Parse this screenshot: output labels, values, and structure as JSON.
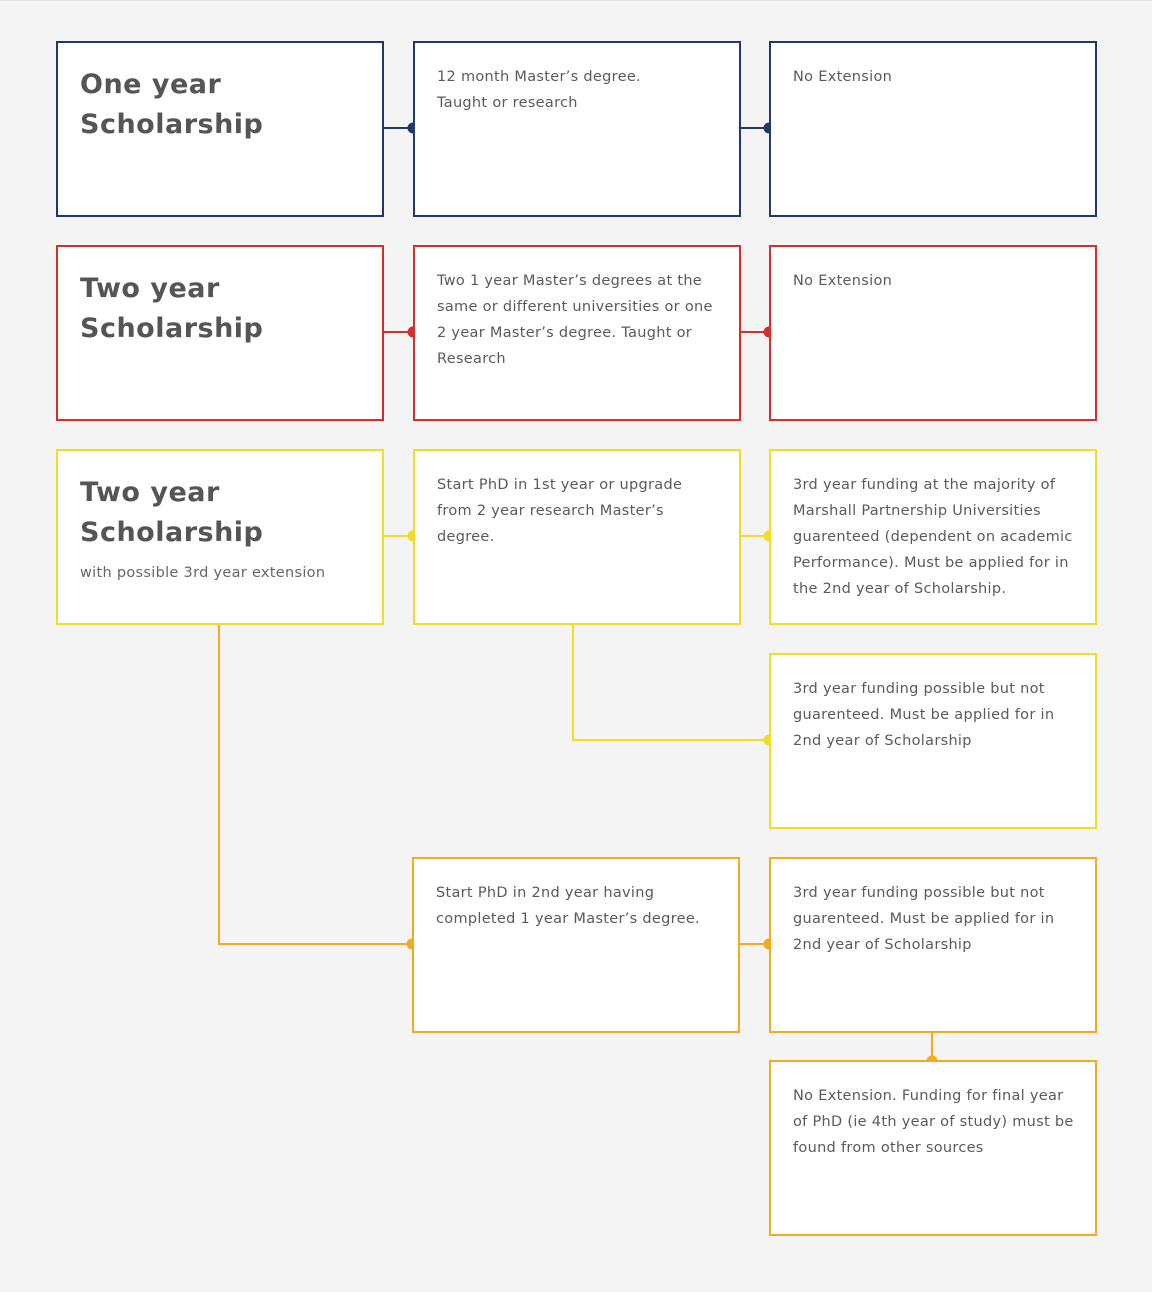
{
  "colors": {
    "navy": "#1f3a68",
    "red": "#d32f2f",
    "yellow": "#f2dc2a",
    "orange": "#f2aa1e",
    "background": "#f4f4f4"
  },
  "rows": {
    "one_year": {
      "title": "One year\nScholarship",
      "course": "12 month Master’s degree.\nTaught or research",
      "extension": "No Extension"
    },
    "two_year": {
      "title": "Two year\nScholarship",
      "course": "Two 1 year Master’s degrees at the same or different universities or one 2 year Master’s degree. Taught or Research",
      "extension": "No Extension"
    },
    "two_year_ext": {
      "title": "Two year\nScholarship",
      "subtitle": "with possible 3rd year extension",
      "phd_first_year": "Start PhD in 1st year or upgrade from 2 year research Master’s degree.",
      "funding_guaranteed": "3rd year funding at the majority of Marshall Partnership Universities guarenteed (dependent on academic Performance). Must be applied for in the 2nd year of Scholarship.",
      "funding_possible_a": "3rd year funding possible but not guarenteed. Must be applied for in 2nd year of Scholarship",
      "phd_second_year": "Start PhD in 2nd year having completed 1 year Master’s degree.",
      "funding_possible_b": "3rd year funding possible but not guarenteed. Must be applied for in 2nd year of Scholarship",
      "no_extension_final": "No Extension. Funding for final year of PhD (ie 4th year of study) must be found from other sources"
    }
  }
}
